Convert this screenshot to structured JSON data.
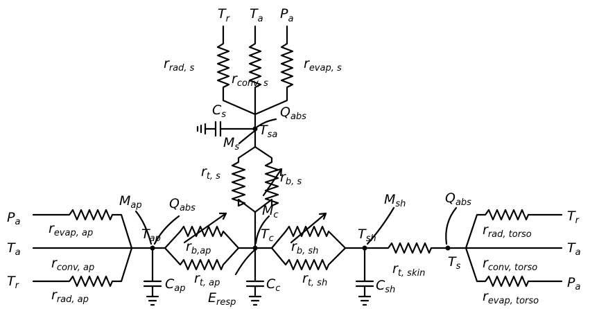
{
  "labels": {
    "top_Tr": {
      "main": "T",
      "sub": "r"
    },
    "top_Ta": {
      "main": "T",
      "sub": "a"
    },
    "top_Pa": {
      "main": "P",
      "sub": "a"
    },
    "r_rad_s": {
      "main": "r",
      "sub": "rad, s"
    },
    "r_conv_s": {
      "main": "r",
      "sub": "conv, s"
    },
    "r_evap_s": {
      "main": "r",
      "sub": "evap, s"
    },
    "C_s": {
      "main": "C",
      "sub": "s"
    },
    "Q_abs_top": {
      "main": "Q",
      "sub": "abs"
    },
    "T_sa": {
      "main": "T",
      "sub": "sa"
    },
    "M_s": {
      "main": "M",
      "sub": "s"
    },
    "r_t_s": {
      "main": "r",
      "sub": "t, s"
    },
    "r_b_s": {
      "main": "r",
      "sub": "b, s"
    },
    "M_ap": {
      "main": "M",
      "sub": "ap"
    },
    "Q_abs_left": {
      "main": "Q",
      "sub": "abs"
    },
    "M_c": {
      "main": "M",
      "sub": "c"
    },
    "M_sh": {
      "main": "M",
      "sub": "sh"
    },
    "Q_abs_right": {
      "main": "Q",
      "sub": "abs"
    },
    "left_Pa": {
      "main": "P",
      "sub": "a"
    },
    "left_Ta": {
      "main": "T",
      "sub": "a"
    },
    "left_Tr": {
      "main": "T",
      "sub": "r"
    },
    "r_evap_ap": {
      "main": "r",
      "sub": "evap, ap"
    },
    "r_conv_ap": {
      "main": "r",
      "sub": "conv, ap"
    },
    "r_rad_ap": {
      "main": "r",
      "sub": "rad, ap"
    },
    "T_ap": {
      "main": "T",
      "sub": "ap"
    },
    "r_b_ap": {
      "main": "r",
      "sub": "b,ap"
    },
    "r_t_ap": {
      "main": "r",
      "sub": "t, ap"
    },
    "C_ap": {
      "main": "C",
      "sub": "ap"
    },
    "T_c": {
      "main": "T",
      "sub": "c"
    },
    "C_c": {
      "main": "C",
      "sub": "c"
    },
    "E_resp": {
      "main": "E",
      "sub": "resp"
    },
    "r_b_sh": {
      "main": "r",
      "sub": "b, sh"
    },
    "r_t_sh": {
      "main": "r",
      "sub": "t, sh"
    },
    "T_sh": {
      "main": "T",
      "sub": "sh"
    },
    "C_sh": {
      "main": "C",
      "sub": "sh"
    },
    "r_t_skin": {
      "main": "r",
      "sub": "t, skin"
    },
    "T_s": {
      "main": "T",
      "sub": "s"
    },
    "r_rad_torso": {
      "main": "r",
      "sub": "rad, torso"
    },
    "r_conv_torso": {
      "main": "r",
      "sub": "conv, torso"
    },
    "r_evap_torso": {
      "main": "r",
      "sub": "evap, torso"
    },
    "right_Tr": {
      "main": "T",
      "sub": "r"
    },
    "right_Ta": {
      "main": "T",
      "sub": "a"
    },
    "right_Pa": {
      "main": "P",
      "sub": "a"
    }
  }
}
